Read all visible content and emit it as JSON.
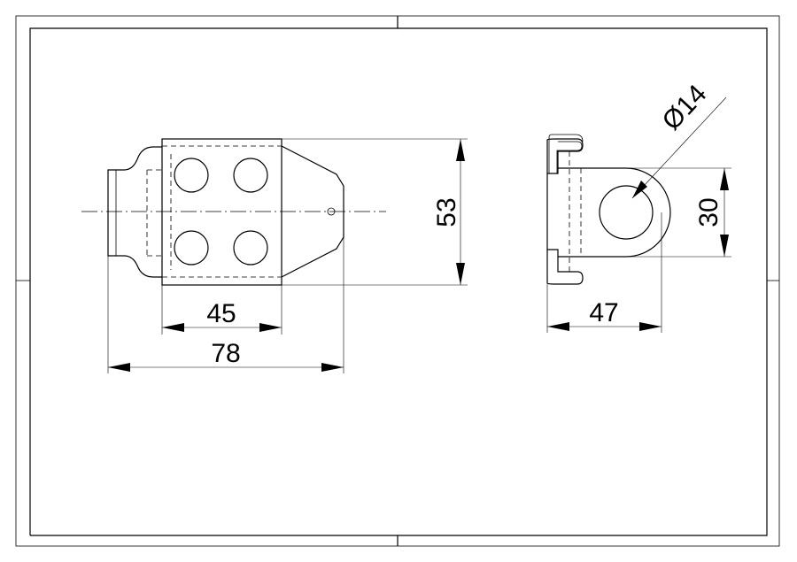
{
  "dimensions": {
    "width_main": "45",
    "length_total": "78",
    "height_main": "53",
    "width_side": "47",
    "height_eye": "30",
    "hole_diameter": "Ø14"
  },
  "colors": {
    "stroke": "#000000",
    "background": "#ffffff"
  }
}
